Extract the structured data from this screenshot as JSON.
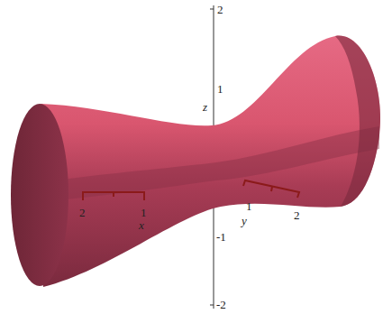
{
  "diagram": {
    "labels": [
      "2",
      "1",
      "z",
      "-1",
      "-2",
      "2",
      "1",
      "x",
      "1",
      "y",
      "2"
    ]
  }
}
